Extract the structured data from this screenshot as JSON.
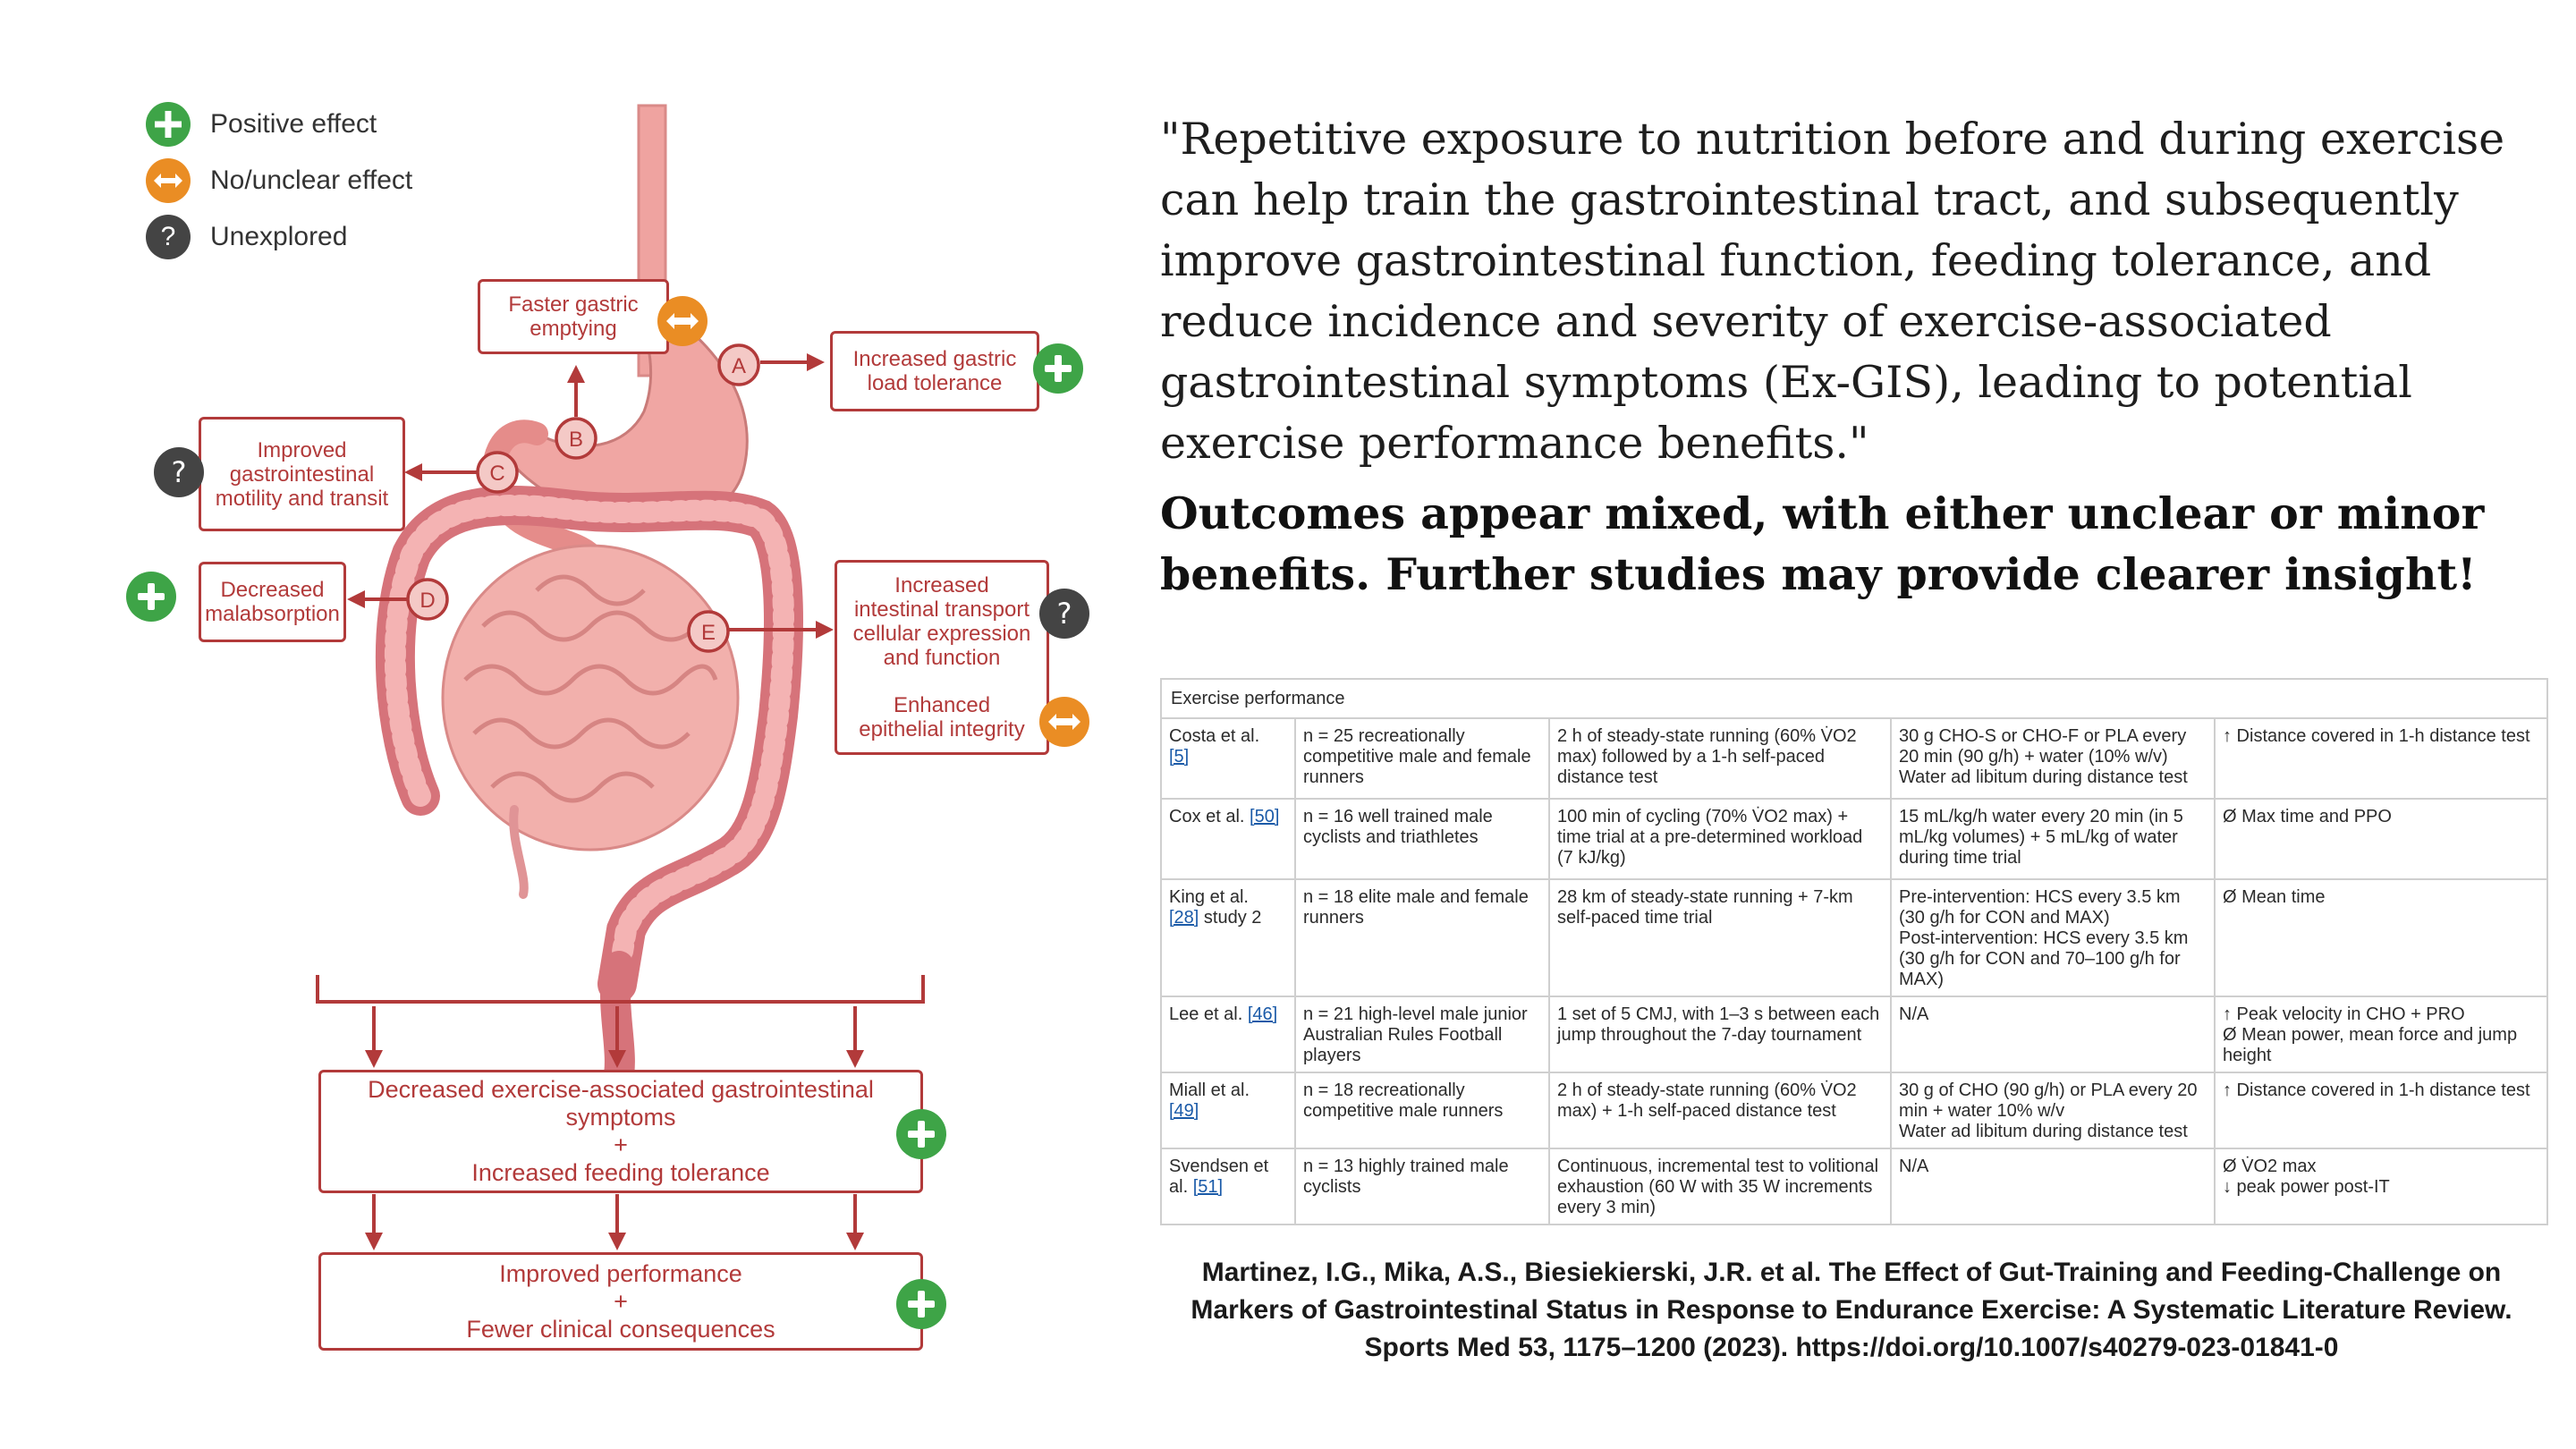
{
  "legend": [
    {
      "label": "Positive effect",
      "icon": "plus-icon",
      "color": "#3ea447"
    },
    {
      "label": "No/unclear effect",
      "icon": "double-arrow-icon",
      "color": "#ea8d24"
    },
    {
      "label": "Unexplored",
      "icon": "question-icon",
      "color": "#444444"
    }
  ],
  "diagram": {
    "markers": [
      "A",
      "B",
      "C",
      "D",
      "E"
    ],
    "boxes": {
      "faster_gastric": {
        "line1": "Faster gastric",
        "line2": "emptying"
      },
      "increased_load": {
        "line1": "Increased gastric",
        "line2": "load tolerance"
      },
      "improved_motility": {
        "line1": "Improved",
        "line2": "gastrointestinal",
        "line3": "motility and transit"
      },
      "decreased_malabsorption": {
        "line1": "Decreased",
        "line2": "malabsorption"
      },
      "transport": {
        "line1": "Increased",
        "line2": "intestinal transport",
        "line3": "cellular expression",
        "line4": "and function",
        "line5": "Enhanced",
        "line6": "epithelial integrity"
      },
      "decreased_symptoms": {
        "line1": "Decreased exercise-associated gastrointestinal",
        "line2": "symptoms",
        "plus": "+",
        "line3": "Increased feeding tolerance"
      },
      "improved_performance": {
        "line1": "Improved performance",
        "plus": "+",
        "line2": "Fewer clinical consequences"
      }
    },
    "unexplored_glyph": "?"
  },
  "quote": "\"Repetitive exposure to nutrition before and during exercise can help train the gastrointestinal tract, and subsequently improve gastrointestinal function, feeding tolerance, and reduce incidence and severity of exercise-associated gastrointestinal symptoms (Ex-GIS), leading to potential exercise performance benefits.\"",
  "statement": "Outcomes appear mixed, with either unclear or minor benefits. Further studies may provide clearer insight!",
  "table": {
    "caption": "Exercise performance",
    "rows": [
      {
        "study": "Costa et al.",
        "ref": "[5]",
        "participants": "n = 25 recreationally competitive male and female runners",
        "protocol": "2 h of steady-state running (60% V̇O2 max) followed by a 1-h self-paced distance test",
        "intervention": "30 g CHO-S or CHO-F or PLA every 20 min (90 g/h) + water (10% w/v)\nWater ad libitum during distance test",
        "outcome": "↑ Distance covered in 1-h distance test"
      },
      {
        "study": "Cox et al.",
        "ref": "[50]",
        "participants": "n = 16 well trained male cyclists and triathletes",
        "protocol": "100 min of cycling (70% V̇O2 max) + time trial at a pre-determined workload (7 kJ/kg)",
        "intervention": "15 mL/kg/h water every 20 min (in 5 mL/kg volumes) + 5 mL/kg of water during time trial",
        "outcome": "Ø Max time and PPO"
      },
      {
        "study": "King et al.",
        "ref": "[28]",
        "study_suffix": " study 2",
        "participants": "n = 18 elite male and female runners",
        "protocol": "28 km of steady-state running + 7-km self-paced time trial",
        "intervention": "Pre-intervention: HCS every 3.5 km (30 g/h for CON and MAX)\nPost-intervention: HCS every 3.5 km (30 g/h for CON and 70–100 g/h for MAX)",
        "outcome": "Ø Mean time"
      },
      {
        "study": "Lee et al.",
        "ref": "[46]",
        "participants": "n = 21 high-level male junior Australian Rules Football players",
        "protocol": "1 set of 5 CMJ, with 1–3 s between each jump throughout the 7-day tournament",
        "intervention": "N/A",
        "outcome": "↑ Peak velocity in CHO + PRO\nØ Mean power, mean force and jump height"
      },
      {
        "study": "Miall et al.",
        "ref": "[49]",
        "participants": "n = 18 recreationally competitive male runners",
        "protocol": "2 h of steady-state running (60% V̇O2 max) + 1-h self-paced distance test",
        "intervention": "30 g of CHO (90 g/h) or PLA every 20 min + water 10% w/v\nWater ad libitum during distance test",
        "outcome": "↑ Distance covered in 1-h distance test"
      },
      {
        "study": "Svendsen et al.",
        "ref": "[51]",
        "participants": "n = 13 highly trained male cyclists",
        "protocol": "Continuous, incremental test to volitional exhaustion (60 W with 35 W increments every 3 min)",
        "intervention": "N/A",
        "outcome": "Ø V̇O2 max\n↓ peak power post-IT"
      }
    ]
  },
  "citation": "Martinez, I.G., Mika, A.S., Biesiekierski, J.R. et al. The Effect of Gut-Training and Feeding-Challenge on Markers of Gastrointestinal Status in Response to Endurance Exercise: A Systematic Literature Review. Sports Med 53, 1175–1200 (2023). https://doi.org/10.1007/s40279-023-01841-0"
}
